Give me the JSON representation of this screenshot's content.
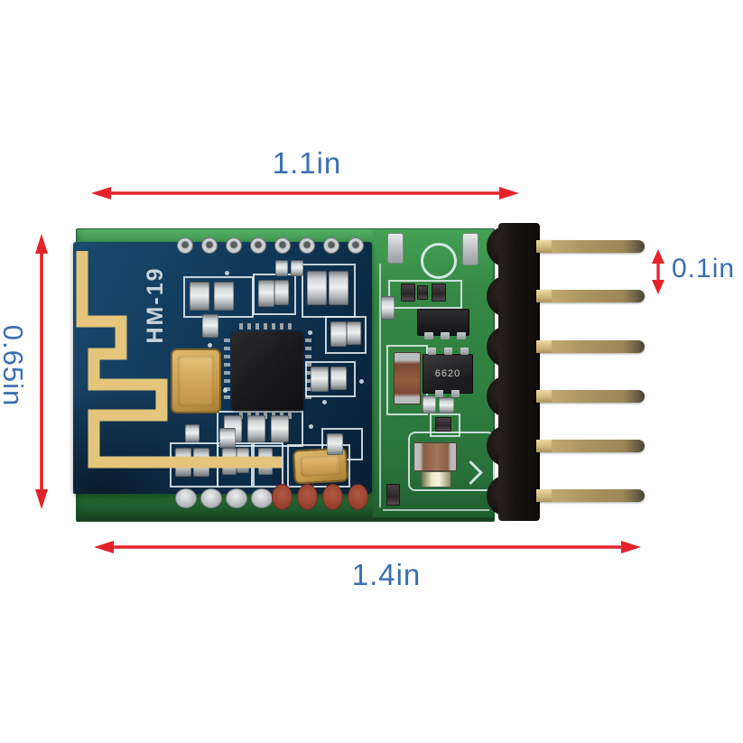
{
  "scene": {
    "description": "Product photo of an HM-19 Bluetooth BLE module soldered onto a green breakout carrier board with a 6-pin male header, annotated with red dimension arrows"
  },
  "dimension_labels": {
    "top": "1.1in",
    "left": "0.65in",
    "pin_pitch": "0.1in",
    "bottom": "1.4in"
  },
  "module": {
    "silkscreen": "HM-19"
  },
  "carrier": {
    "ic_marking": "6620"
  },
  "header": {
    "pin_count": 6
  },
  "pads": {
    "top_castellations": 8,
    "bottom_solder": 4,
    "bottom_red": 4
  },
  "colors": {
    "arrow": "#e3232a",
    "label": "#3a6fb2",
    "board_green": "#2f8040",
    "module_blue": "#123a5b",
    "antenna_gold": "#e4c57b",
    "pin_gold": "#b09a62"
  }
}
